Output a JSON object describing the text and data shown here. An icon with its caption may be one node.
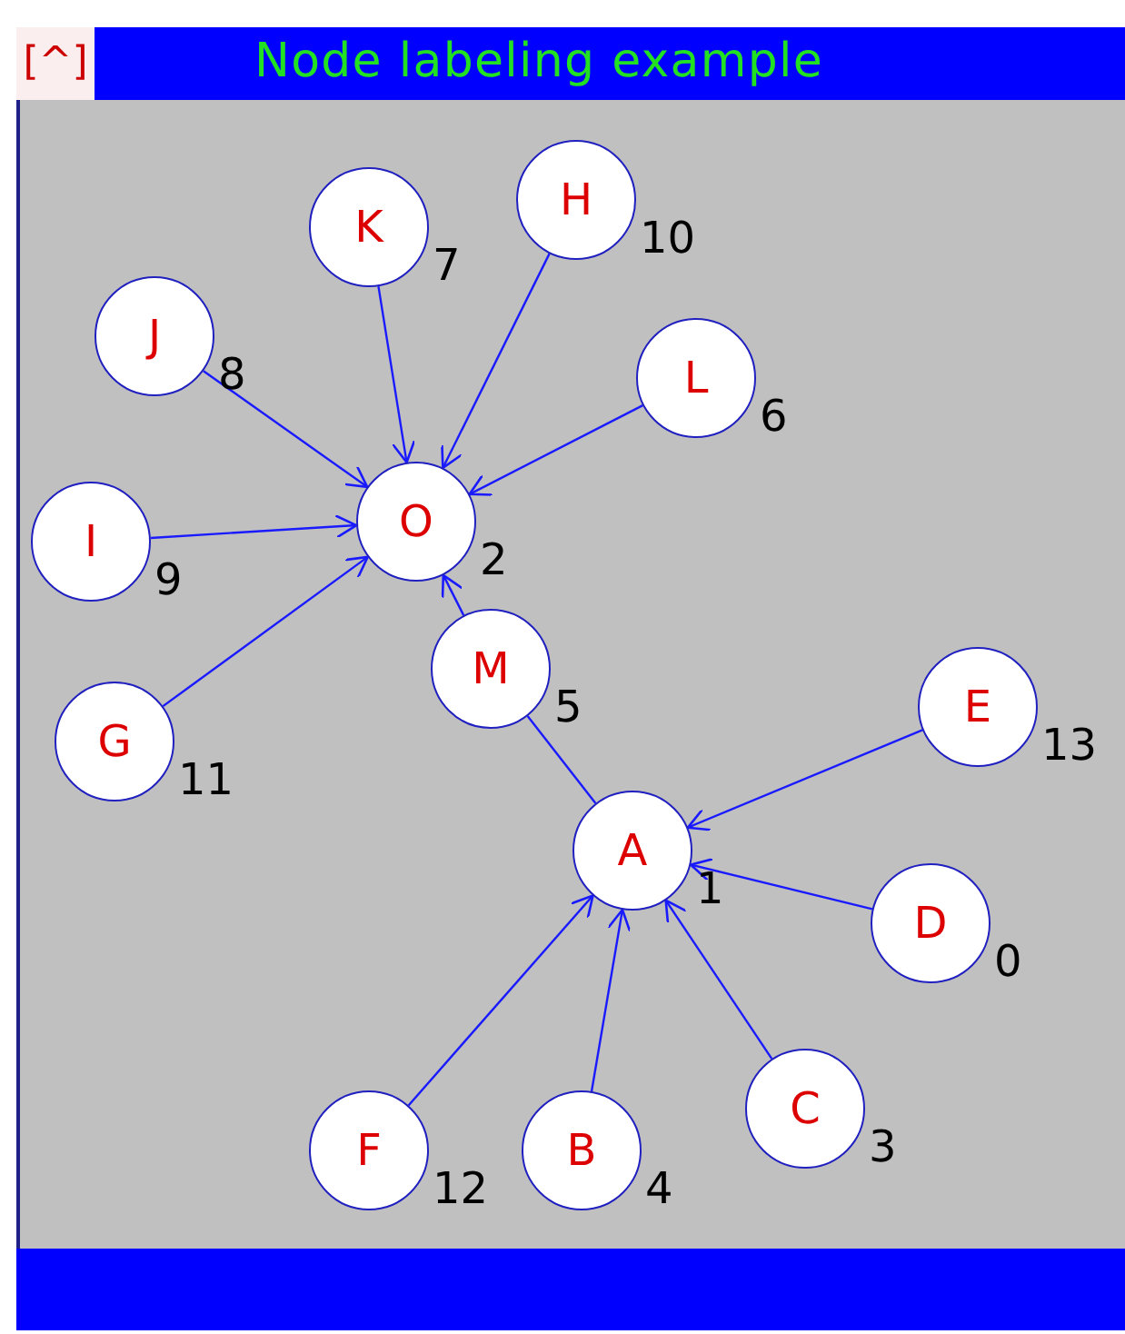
{
  "diagram": {
    "title": "Node labeling example",
    "nodes": [
      {
        "text": [
          "H"
        ],
        "beside": [
          "10"
        ]
      },
      {
        "text": [
          "K"
        ],
        "beside": [
          "7"
        ]
      },
      {
        "text": [
          "L"
        ],
        "beside": [
          "6"
        ]
      },
      {
        "text": [
          "J"
        ],
        "beside": [
          "8"
        ]
      },
      {
        "text": [
          "O"
        ],
        "beside": [
          "2"
        ]
      },
      {
        "text": [
          "I"
        ],
        "beside": [
          "9"
        ]
      },
      {
        "text": [
          "M"
        ],
        "beside": [
          "5"
        ]
      },
      {
        "text": [
          "E"
        ],
        "beside": [
          "13"
        ]
      },
      {
        "text": [
          "G"
        ],
        "beside": [
          "11"
        ]
      },
      {
        "text": [
          "A"
        ],
        "beside": [
          "1"
        ]
      },
      {
        "text": [
          "D"
        ],
        "beside": [
          "0"
        ]
      },
      {
        "text": [
          "C"
        ],
        "beside": [
          "3"
        ]
      },
      {
        "text": [
          "F"
        ],
        "beside": [
          "12"
        ]
      },
      {
        "text": [
          "B"
        ],
        "beside": [
          "4"
        ]
      },
      {
        "text": [],
        "shape": "bar"
      },
      {
        "text": [],
        "shape": "bar"
      }
    ],
    "edges": [
      {
        "from": 0,
        "to": 4,
        "arrow": "to"
      },
      {
        "from": 1,
        "to": 4,
        "arrow": "to"
      },
      {
        "from": 2,
        "to": 4,
        "arrow": "to"
      },
      {
        "from": 3,
        "to": 4,
        "arrow": "to"
      },
      {
        "from": 5,
        "to": 4,
        "arrow": "to"
      },
      {
        "from": 8,
        "to": 4,
        "arrow": "to"
      },
      {
        "from": 6,
        "to": 4,
        "arrow": "to"
      },
      {
        "from": 9,
        "to": 6,
        "arrow": "none"
      },
      {
        "from": 7,
        "to": 9,
        "arrow": "to"
      },
      {
        "from": 10,
        "to": 9,
        "arrow": "to"
      },
      {
        "from": 11,
        "to": 9,
        "arrow": "to"
      },
      {
        "from": 12,
        "to": 9,
        "arrow": "to"
      },
      {
        "from": 13,
        "to": 9,
        "arrow": "to"
      }
    ],
    "labels": [
      "[^]"
    ]
  }
}
